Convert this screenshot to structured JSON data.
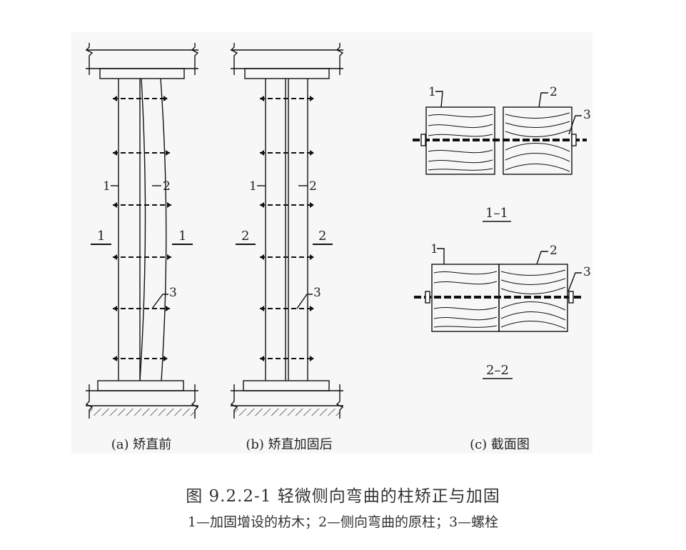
{
  "panels": {
    "a": {
      "caption": "(a) 矫直前",
      "label_1": "1",
      "label_2": "2",
      "label_3": "3",
      "section_left": "1",
      "section_right": "1"
    },
    "b": {
      "caption": "(b) 矫直加固后",
      "label_1": "1",
      "label_2": "2",
      "label_3": "3",
      "section_left": "2",
      "section_right": "2"
    },
    "c": {
      "caption": "(c) 截面图",
      "top": {
        "label_1": "1",
        "label_2": "2",
        "label_3": "3",
        "title": "1–1"
      },
      "bottom": {
        "label_1": "1",
        "label_2": "2",
        "label_3": "3",
        "title": "2–2"
      }
    }
  },
  "figure_title": "图 9.2.2-1   轻微侧向弯曲的柱矫正与加固",
  "figure_note": "1—加固增设的枋木；2—侧向弯曲的原柱；3—螺栓"
}
